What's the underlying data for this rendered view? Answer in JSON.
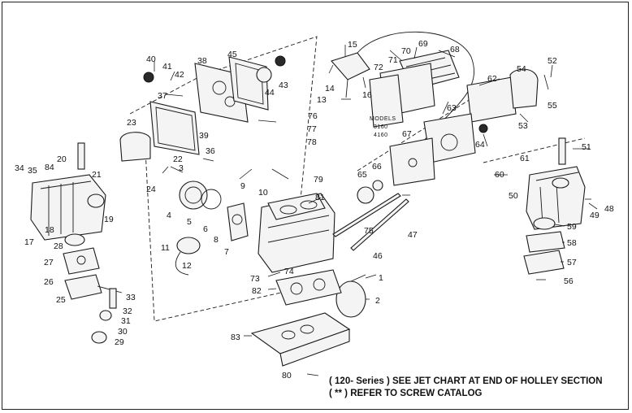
{
  "notes": {
    "line1": "( 120- Series ) SEE JET CHART AT END OF HOLLEY SECTION",
    "line2": "( ** ) REFER TO SCREW CATALOG"
  },
  "models_label": [
    "MODELS",
    "3160",
    "4160"
  ],
  "callouts": [
    "1",
    "2",
    "3",
    "4",
    "5",
    "6",
    "7",
    "8",
    "9",
    "10",
    "11",
    "12",
    "13",
    "14",
    "15",
    "16",
    "17",
    "18",
    "19",
    "20",
    "21",
    "22",
    "23",
    "24",
    "25",
    "26",
    "27",
    "28",
    "29",
    "30",
    "31",
    "32",
    "33",
    "34",
    "35",
    "36",
    "37",
    "38",
    "39",
    "40",
    "41",
    "42",
    "43",
    "44",
    "45",
    "46",
    "47",
    "48",
    "49",
    "50",
    "51",
    "52",
    "53",
    "54",
    "55",
    "56",
    "57",
    "58",
    "59",
    "60",
    "61",
    "62",
    "63",
    "64",
    "65",
    "66",
    "67",
    "68",
    "69",
    "70",
    "71",
    "72",
    "73",
    "74",
    "75",
    "76",
    "77",
    "78",
    "79",
    "80",
    "81",
    "82",
    "83",
    "84"
  ]
}
